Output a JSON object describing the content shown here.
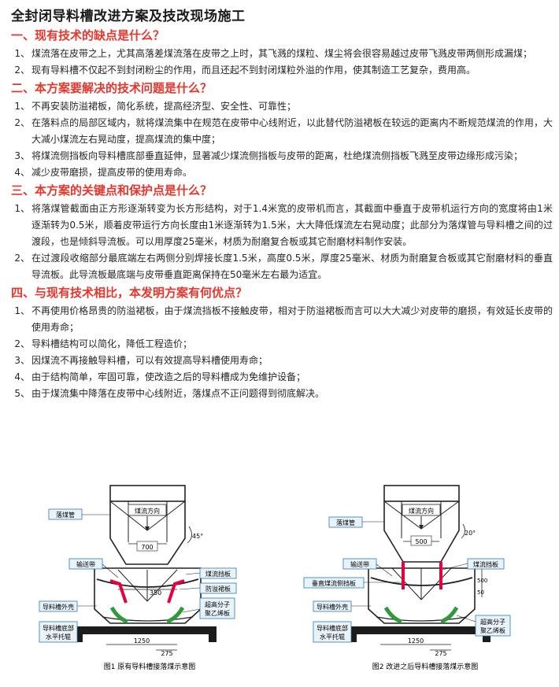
{
  "title": "全封闭导料槽改进方案及技改现场施工",
  "sections": [
    {
      "heading": "一、现有技术的缺点是什么？",
      "items": [
        {
          "num": "1、",
          "text": "煤流落在皮带之上，尤其高落差煤流落在皮带之上时，其飞溅的煤粒、煤尘将会很容易越过皮带飞溅皮带两侧形成漏煤；"
        },
        {
          "num": "2、",
          "text": "现有导料槽不仅起不到封闭粉尘的作用，而且还起不到封闭煤粒外溢的作用，使其制造工艺复杂，费用高。"
        }
      ]
    },
    {
      "heading": "二、本方案要解决的技术问题是什么？",
      "items": [
        {
          "num": "1、",
          "text": "不再安装防溢裙板，简化系统，提高经济型、安全性、可靠性；"
        },
        {
          "num": "2、",
          "text": "在落料点的局部区域内，就将煤流集中在规范在皮带中心线附近，以此替代防溢裙板在较远的距离内不断规范煤流的作用，大大减小煤流左右晃动度，提高煤流的集中度；"
        },
        {
          "num": "3、",
          "text": "将煤流侧挡板向导料槽底部垂直延伸，显著减少煤流侧挡板与皮带的距离，杜绝煤流侧挡板飞溅至皮带边缘形成污染；"
        },
        {
          "num": "4、",
          "text": "减少皮带磨损，提高皮带的使用寿命。"
        }
      ]
    },
    {
      "heading": "三、本方案的关键点和保护点是什么？",
      "items": [
        {
          "num": "1、",
          "text": "将落煤管截面由正方形逐渐转变为长方形结构，对于1.4米宽的皮带机而言，其截面中垂直于皮带机运行方向的宽度将由1米逐渐转为0.5米，顺着皮带运行方向长度由1米逐渐转为1.5米，大大降低煤流左右晃动度；此部分为落煤管与导料槽之间的过渡段，也是倾斜导流板。可以用厚度25毫米，材质为耐磨复合板或其它耐磨材料制作安装。"
        },
        {
          "num": "2、",
          "text": "在过渡段收缩部分最底端左右两侧分别焊接长度1.5米，高度0.5米，厚度25毫米、材质为耐磨复合板或其它耐磨材料的垂直导流板。此导流板最底端与皮带垂直距离保持在50毫米左右最为适宜。"
        }
      ]
    },
    {
      "heading": "四、与现有技术相比，本发明方案有何优点？",
      "items": [
        {
          "num": "1、",
          "text": "不再使用价格昂贵的防溢裙板，由于煤流挡板不接触皮带，相对于防溢裙板而言可以大大减少对皮带的磨损，有效延长皮带的使用寿命；"
        },
        {
          "num": "2、",
          "text": "导料槽结构可以简化，降低工程造价；"
        },
        {
          "num": "3、",
          "text": "因煤流不再接触导料槽，可以有效提高导料槽使用寿命；"
        },
        {
          "num": "4、",
          "text": "由于结构简单，牢固可靠，使改造之后的导料槽成为免维护设备；"
        },
        {
          "num": "5、",
          "text": "由于煤流集中降落在皮带中心线附近，落煤点不正问题得到彻底解决。"
        }
      ]
    }
  ],
  "figure1": {
    "caption": "图1 原有导料槽接落煤示意图",
    "flow_label": "煤流方向",
    "dim_700": "700",
    "angle": "45°",
    "dim_350": "350",
    "dim_1250": "1250",
    "dim_275": "275",
    "labels": {
      "chute": "落煤管",
      "belt": "输送带",
      "baffle": "煤流挡板",
      "skirt": "防溢裙板",
      "shell": "导料槽外壳",
      "polymer": "超高分子\n聚乙烯板",
      "bottom": "导料槽底部\n水平托辊"
    }
  },
  "figure2": {
    "caption": "图2 改进之后导料槽接落煤示意图",
    "flow_label": "煤流方向",
    "dim_500": "500",
    "angle": "20°",
    "dim_500v": "500",
    "dim_50": "50",
    "dim_1250": "1250",
    "dim_275": "275",
    "labels": {
      "chute": "落煤管",
      "belt": "输送带",
      "baffle": "煤流挡板",
      "vertical": "垂直煤流侧挡板",
      "shell": "导料槽外壳",
      "polymer": "超高分子\n聚乙烯板",
      "bottom": "导料槽底部\n水平托辊"
    }
  },
  "colors": {
    "heading": "#e8352b",
    "callout_bg": "#e9f3fa",
    "callout_border": "#2b7bbd",
    "red_part": "#e6003d",
    "green_part": "#2f9a3a",
    "base": "#1c1c1c"
  }
}
